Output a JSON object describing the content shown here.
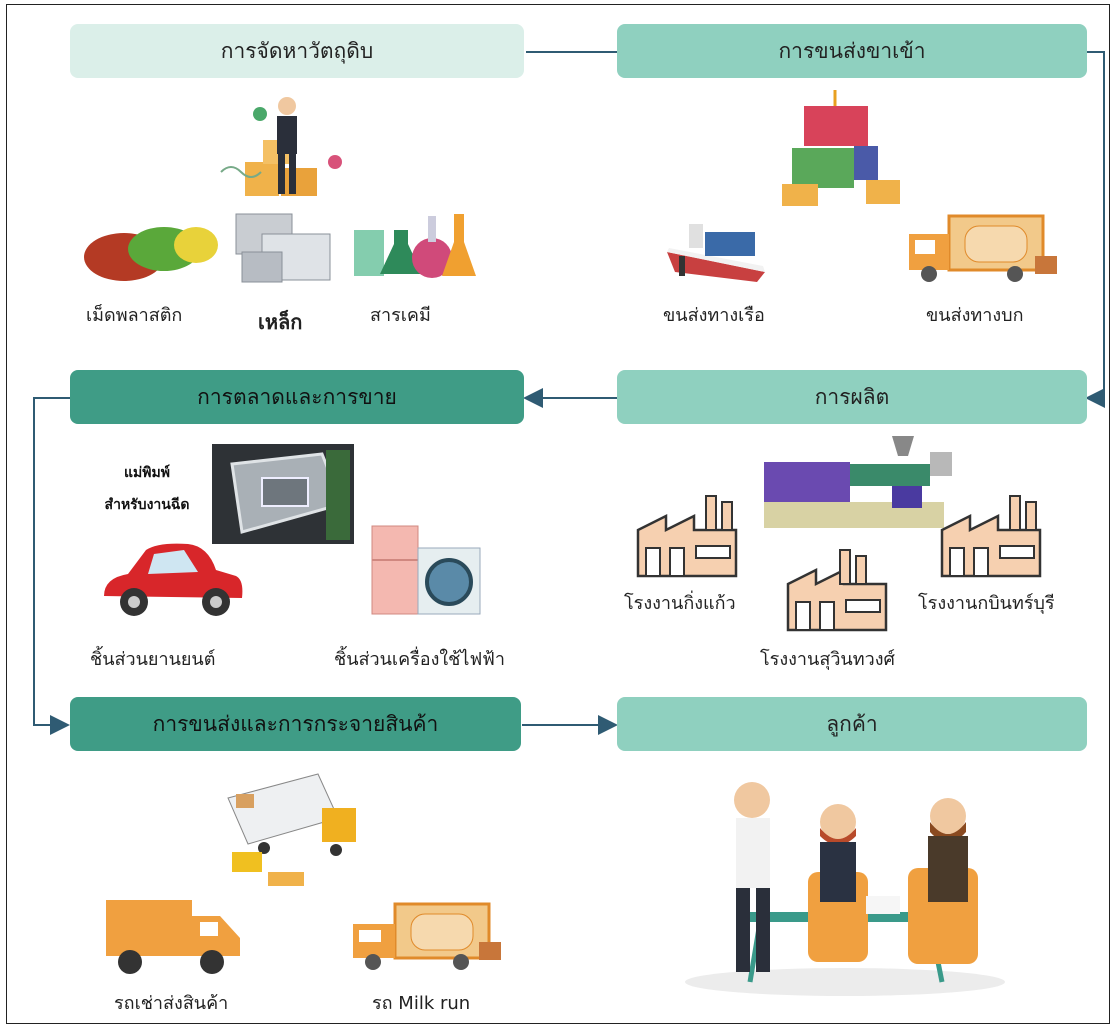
{
  "colors": {
    "light": "#dbefe9",
    "mid": "#8fd0bf",
    "dark": "#3f9c86",
    "line": "#2f5b73"
  },
  "steps": {
    "raw_materials": "การจัดหาวัตถุดิบ",
    "inbound": "การขนส่งขาเข้า",
    "production": "การผลิต",
    "marketing": "การตลาดและการขาย",
    "distribution": "การขนส่งและการกระจายสินค้า",
    "customer": "ลูกค้า"
  },
  "raw_items": {
    "plastic": "เม็ดพลาสติก",
    "steel": "เหล็ก",
    "chemical": "สารเคมี"
  },
  "inbound_items": {
    "ship": "ขนส่งทางเรือ",
    "land": "ขนส่งทางบก"
  },
  "factories": {
    "a": "โรงงานกิ่งแก้ว",
    "b": "โรงงานสุวินทวงศ์",
    "c": "โรงงานกบินทร์บุรี"
  },
  "products": {
    "mold_line1": "แม่พิมพ์",
    "mold_line2": "สำหรับงานฉีด",
    "auto": "ชิ้นส่วนยานยนต์",
    "appliance": "ชิ้นส่วนเครื่องใช้ไฟฟ้า"
  },
  "transport_items": {
    "rental": "รถเช่าส่งสินค้า",
    "milkrun": "รถ Milk run"
  }
}
